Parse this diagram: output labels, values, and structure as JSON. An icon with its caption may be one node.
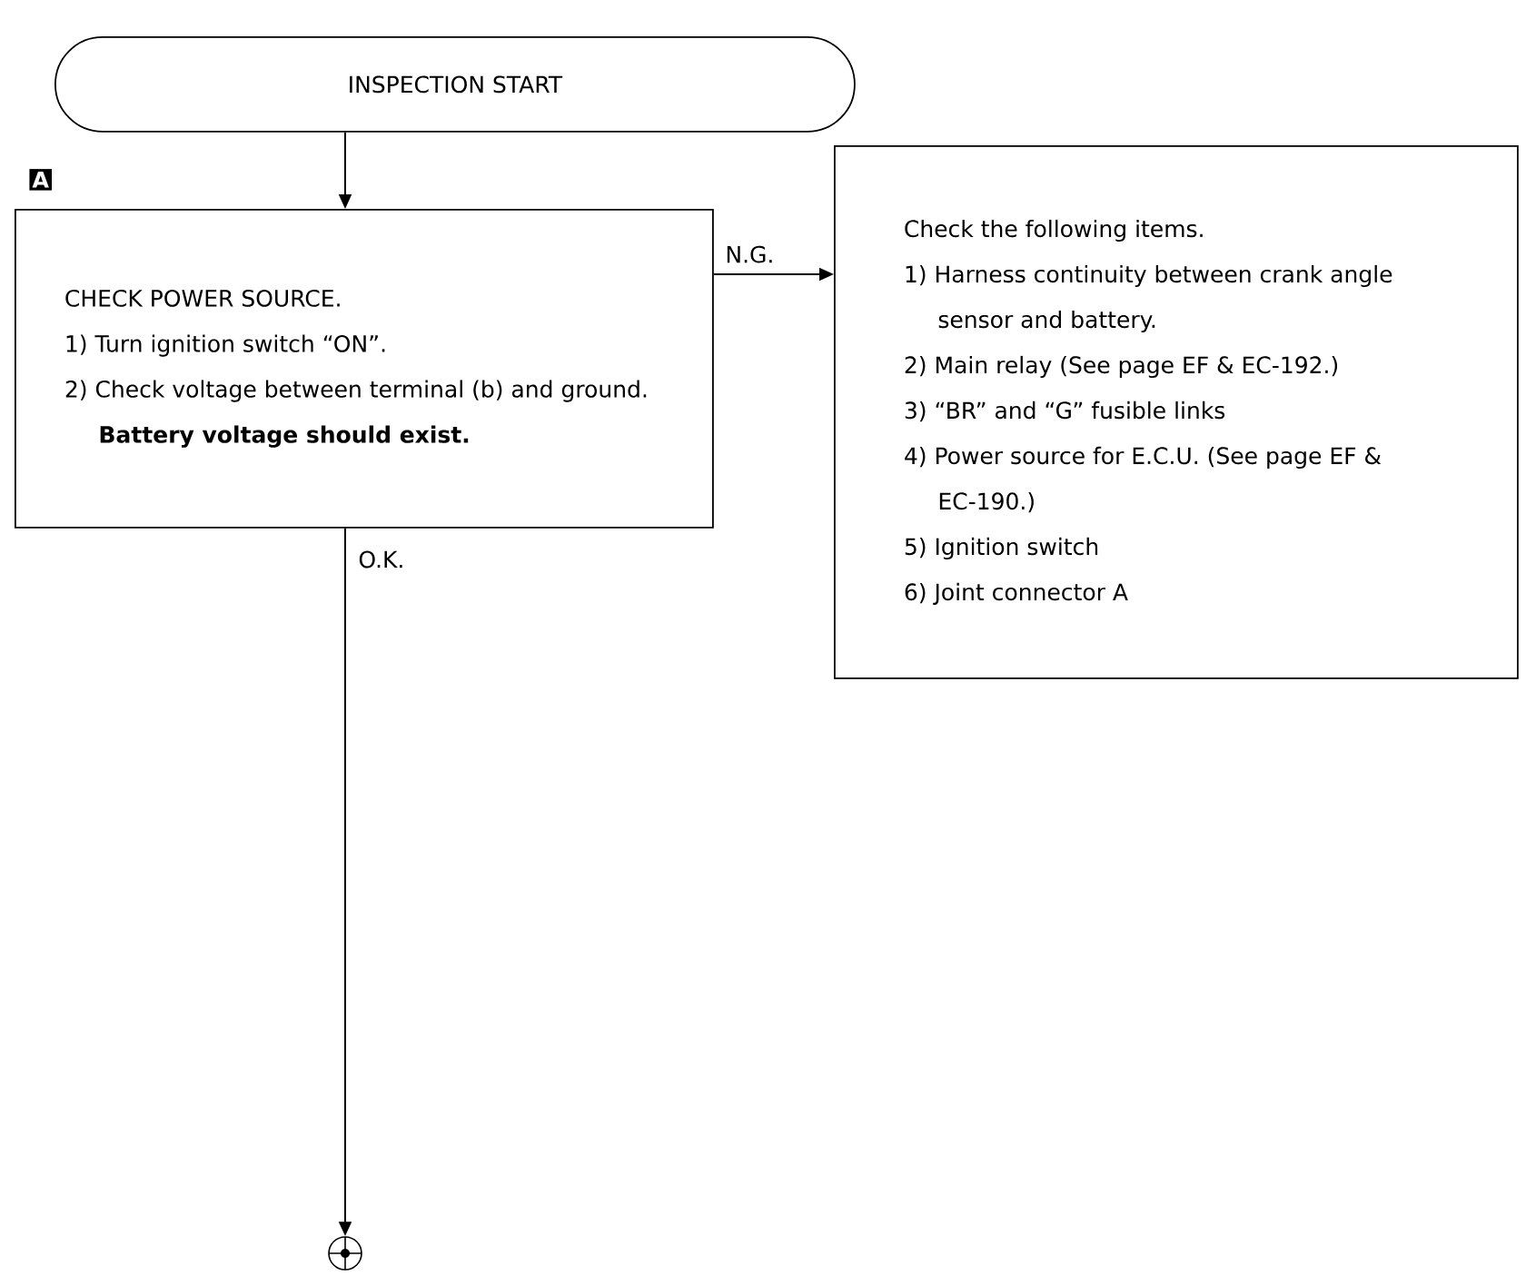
{
  "diagram": {
    "nodes": [
      {
        "text": [
          "INSPECTION START"
        ]
      },
      {
        "text": [
          "CHECK POWER SOURCE.",
          "1) Turn ignition switch “ON”.",
          "2) Check voltage between terminal (b) and ground.",
          "Battery voltage should exist."
        ],
        "beside": [
          "A"
        ]
      },
      {
        "text": [
          "Check the following items.",
          "1) Harness continuity between crank angle sensor and battery.",
          "2) Main relay (See page EF & EC-192.)",
          "3) “BR” and “G” fusible links",
          "4) Power source for E.C.U. (See page EF & EC-190.)",
          "5) Ignition switch",
          "6) Joint connector A"
        ]
      },
      {
        "text": [],
        "shape": "circle"
      }
    ],
    "edges": [
      {
        "from": 0,
        "to": 1,
        "arrow": "to"
      },
      {
        "from": 1,
        "to": 2,
        "arrow": "to",
        "label": "N.G."
      },
      {
        "from": 1,
        "to": 3,
        "arrow": "to",
        "label": "O.K."
      }
    ]
  }
}
